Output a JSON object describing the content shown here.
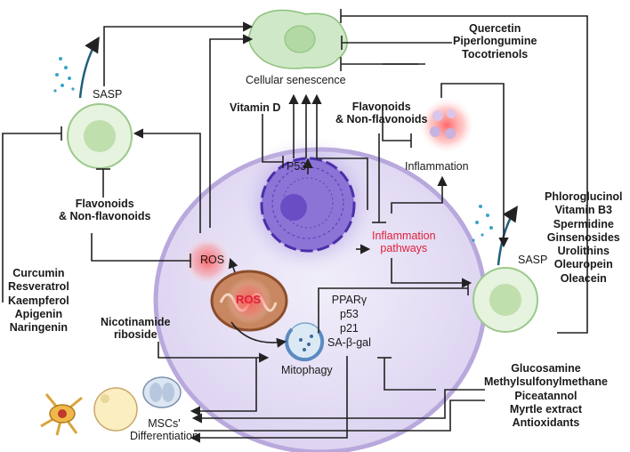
{
  "labels": {
    "cellular_senescence": "Cellular senescence",
    "sasp_left": "SASP",
    "sasp_right": "SASP",
    "vitamin_d": "Vitamin D",
    "p53_upper": "P53",
    "flavonoids_top": [
      "Flavonoids",
      "& Non-flavonoids"
    ],
    "flavonoids_left": [
      "Flavonoids",
      "& Non-flavonoids"
    ],
    "inflammation": "Inflammation",
    "inflammation_pathways": [
      "Inflammation",
      "pathways"
    ],
    "ros_outer": "ROS",
    "ros_mito": "ROS",
    "markers": [
      "PPARγ",
      "p53",
      "p21",
      "SA-β-gal"
    ],
    "mitophagy": "Mitophagy",
    "nicotinamide": [
      "Nicotinamide",
      "riboside"
    ],
    "mscs": [
      "MSCs'",
      "Differentiation"
    ]
  },
  "compound_groups": {
    "top_right": [
      "Quercetin",
      "Piperlongumine",
      "Tocotrienols"
    ],
    "right": [
      "Phloroglucinol",
      "Vitamin B3",
      "Spermidine",
      "Ginsenosides",
      "Urolithins",
      "Oleuropein",
      "Oleacein"
    ],
    "left": [
      "Curcumin",
      "Resveratrol",
      "Kaempferol",
      "Apigenin",
      "Naringenin"
    ],
    "bottom_right": [
      "Glucosamine",
      "Methylsulfonylmethane",
      "Piceatannol",
      "Myrtle extract",
      "Antioxidants"
    ]
  },
  "colors": {
    "cell_membrane": "#b8a8dc",
    "cell_fill": "#e6e0f4",
    "nucleus": "#7a5fc8",
    "senescent_cell": "#cfe8c7",
    "ros_glow": "#ff6b6b",
    "mitochondrion": "#b8734d",
    "arrow": "#222222",
    "sasp_dots": "#3aa3c8",
    "highlight_text": "#e0203a"
  },
  "icons": [
    "senescent-cell-icon",
    "secretory-cell-icon",
    "nucleus-icon",
    "mitochondrion-icon",
    "mitophagy-icon",
    "inflammation-cells-icon",
    "neuron-like-cell-icon",
    "adipocyte-icon",
    "chondrocyte-icon",
    "sasp-secretion-icon"
  ]
}
